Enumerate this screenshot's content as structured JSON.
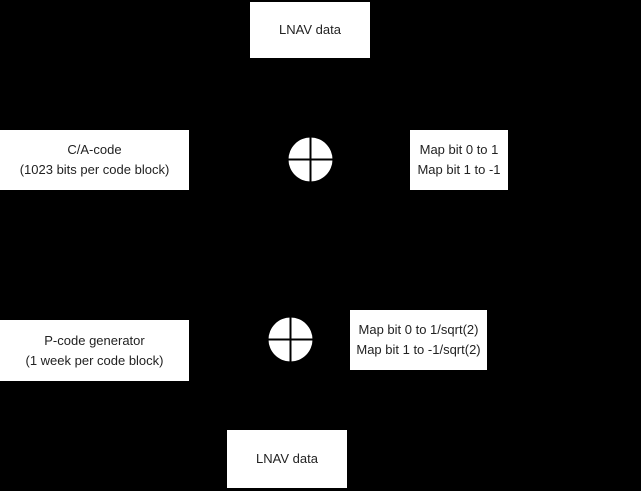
{
  "colors": {
    "background": "#000000",
    "node_fill": "#ffffff",
    "node_text": "#222222",
    "mixer_fill": "#ffffff",
    "mixer_cross": "#000000"
  },
  "nodes": {
    "lnav_top": {
      "label": "LNAV data"
    },
    "ca_code": {
      "line1": "C/A-code",
      "line2": "(1023 bits per code block)"
    },
    "map_ca": {
      "line1": "Map bit 0 to 1",
      "line2": "Map bit 1 to -1"
    },
    "p_code": {
      "line1": "P-code generator",
      "line2": "(1 week per code block)"
    },
    "map_p": {
      "line1": "Map bit 0 to 1/sqrt(2)",
      "line2": "Map bit 1 to -1/sqrt(2)"
    },
    "lnav_bottom": {
      "label": "LNAV data"
    }
  },
  "mixers": {
    "upper": {
      "symbol": "multiplier-mixer"
    },
    "lower": {
      "symbol": "multiplier-mixer"
    }
  }
}
